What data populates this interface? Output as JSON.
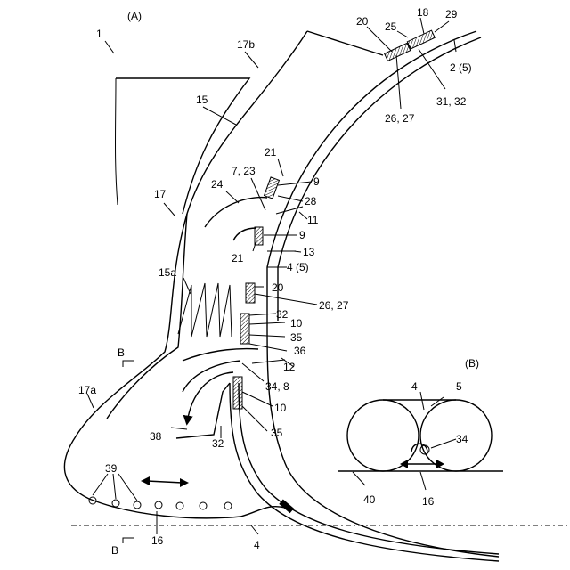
{
  "panel_a": {
    "title": "(A)",
    "labels": {
      "l1": "1",
      "l17b": "17b",
      "l15": "15",
      "l17": "17",
      "l24": "24",
      "l7_23": "7, 23",
      "l21_top": "21",
      "l9_top": "9",
      "l28": "28",
      "l11": "11",
      "l9_mid": "9",
      "l13": "13",
      "l21_mid": "21",
      "l4_5": "4 (5)",
      "l15a": "15a",
      "l20_mid": "20",
      "l26_27_mid": "26, 27",
      "l32_mid": "32",
      "l10_mid": "10",
      "l35_mid": "35",
      "l36": "36",
      "lB_top": "B",
      "l12": "12",
      "l34_8": "34, 8",
      "l17a": "17a",
      "l10_low": "10",
      "l38": "38",
      "l32_low": "32",
      "l35_low": "35",
      "l39": "39",
      "l16": "16",
      "lB_bot": "B",
      "l4_bot": "4",
      "l20_top": "20",
      "l18": "18",
      "l25": "25",
      "l29": "29",
      "l2_5": "2 (5)",
      "l26_27_top": "26, 27",
      "l31_32": "31, 32"
    }
  },
  "panel_b": {
    "title": "(B)",
    "labels": {
      "l4": "4",
      "l5": "5",
      "l34": "34",
      "l40": "40",
      "l16": "16"
    }
  }
}
